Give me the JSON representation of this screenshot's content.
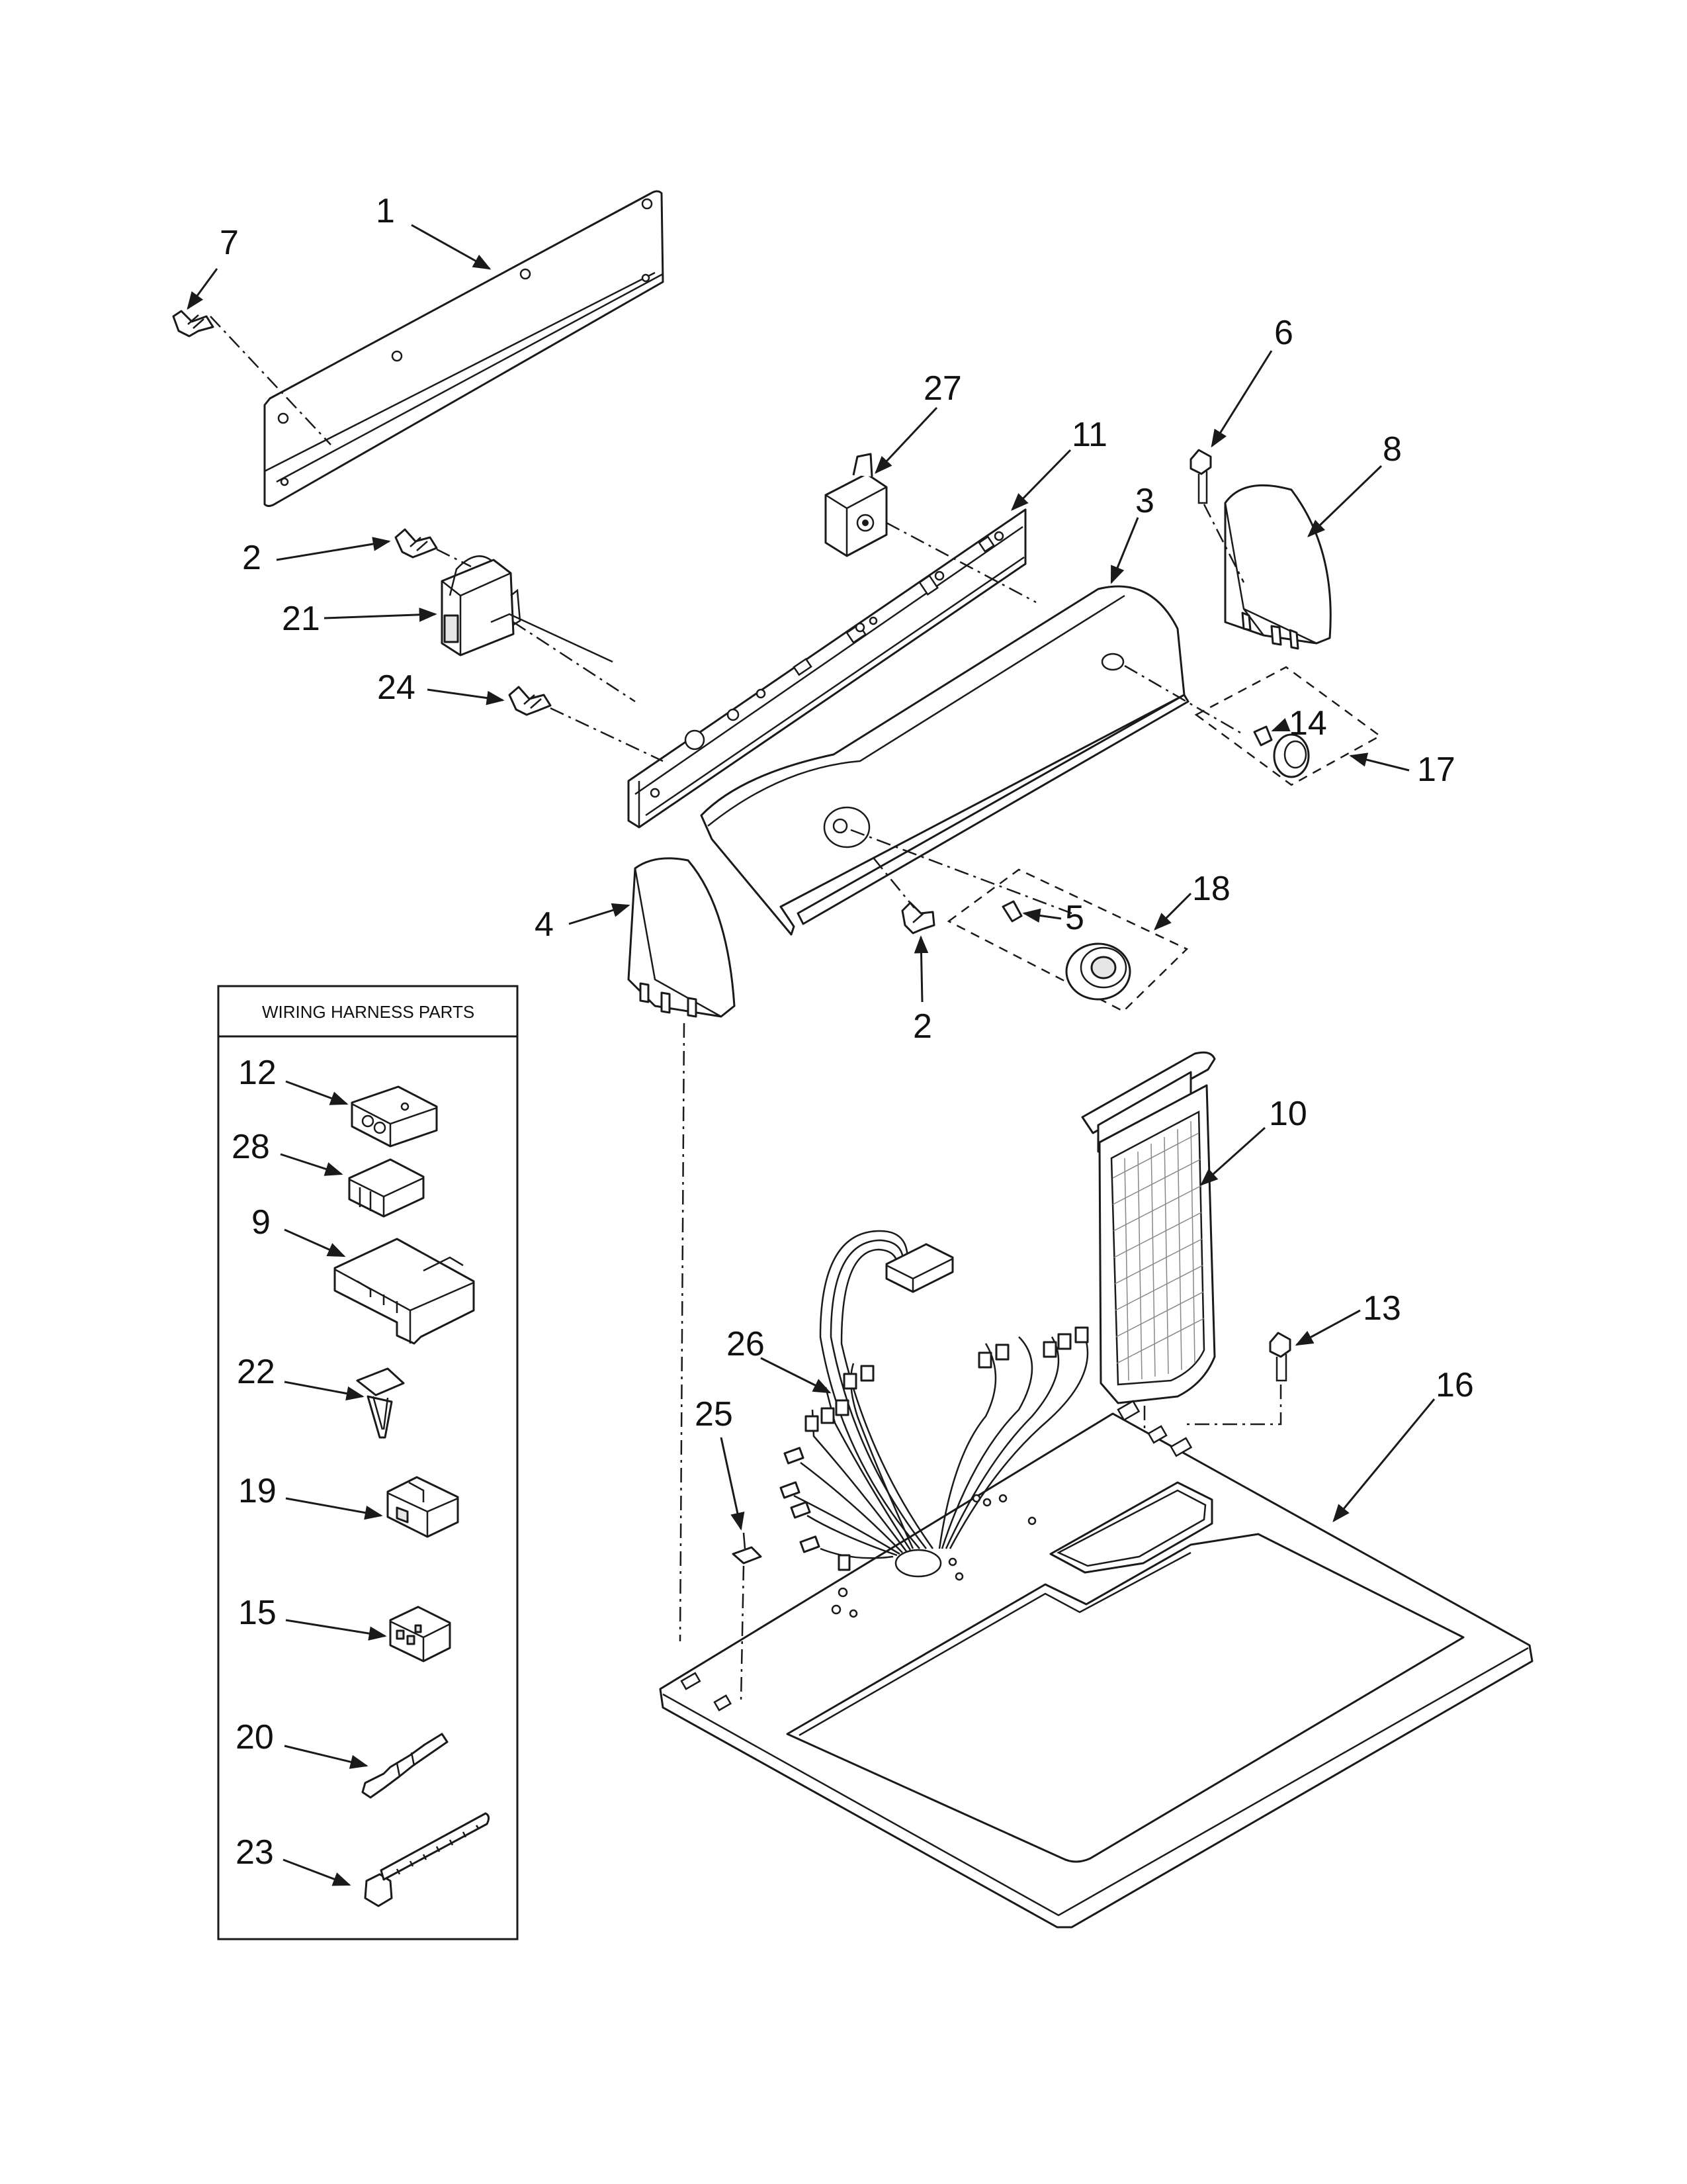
{
  "wiring_box": {
    "title": "WIRING HARNESS PARTS",
    "callouts": [
      "12",
      "28",
      "9",
      "22",
      "19",
      "15",
      "20",
      "23"
    ]
  },
  "callouts": {
    "c1": "1",
    "c7": "7",
    "c27": "27",
    "c11": "11",
    "c6": "6",
    "c8": "8",
    "c3": "3",
    "c2a": "2",
    "c21": "21",
    "c24": "24",
    "c14": "14",
    "c17": "17",
    "c4": "4",
    "c18": "18",
    "c5": "5",
    "c2b": "2",
    "c10": "10",
    "c13": "13",
    "c16": "16",
    "c26": "26",
    "c25": "25"
  }
}
